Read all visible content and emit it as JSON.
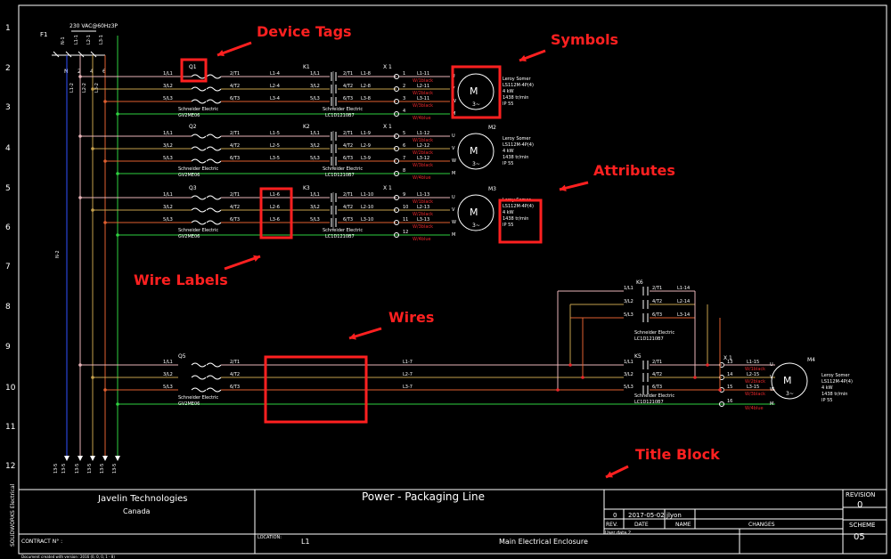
{
  "rows": [
    "1",
    "2",
    "3",
    "4",
    "5",
    "6",
    "7",
    "8",
    "9",
    "10",
    "11",
    "12"
  ],
  "header": {
    "fuse_tag": "F1",
    "supply": "230 VAC@60Hz3P",
    "bus_tags": [
      "N-1",
      "L1-1",
      "L2-1",
      "L3-1"
    ],
    "bus_numbers": [
      "N",
      "2",
      "4",
      "6"
    ],
    "vert_labels": [
      "L1-2",
      "L2-2",
      "L3-2"
    ],
    "neutral_label": "N-2",
    "terminals": [
      "13-5",
      "13-5",
      "13-5",
      "13-5",
      "13-5",
      "13-5"
    ]
  },
  "breaker_terms": {
    "in": [
      "1/L1",
      "3/L2",
      "5/L3"
    ],
    "out": [
      "2/T1",
      "4/T2",
      "6/T3"
    ]
  },
  "contactor_terms": {
    "in": [
      "1/L1",
      "3/L2",
      "5/L3"
    ],
    "out": [
      "2/T1",
      "4/T2",
      "6/T3"
    ]
  },
  "circuits": [
    {
      "q": "Q1",
      "k": "K1",
      "w1": [
        "L1-4",
        "L2-4",
        "L3-4"
      ],
      "w2": [
        "L1-8",
        "L2-8",
        "L3-8"
      ],
      "term": [
        "1",
        "2",
        "3",
        "4"
      ],
      "mw": [
        "L1-11",
        "L2-11",
        "L3-11"
      ],
      "motor": "M",
      "m_tag": "",
      "ratings": [
        "Leroy Somer",
        "LS112M-4P(4)",
        "4 kW",
        "1438 tr/min",
        "IP 55"
      ]
    },
    {
      "q": "Q2",
      "k": "K2",
      "w1": [
        "L1-5",
        "L2-5",
        "L3-5"
      ],
      "w2": [
        "L1-9",
        "L2-9",
        "L3-9"
      ],
      "term": [
        "5",
        "6",
        "7",
        "8"
      ],
      "mw": [
        "L1-12",
        "L2-12",
        "L3-12"
      ],
      "motor": "M",
      "m_tag": "M2",
      "ratings": [
        "Leroy Somer",
        "LS112M-4P(4)",
        "4 kW",
        "1438 tr/min",
        "IP 55"
      ]
    },
    {
      "q": "Q3",
      "k": "K3",
      "w1": [
        "L1-6",
        "L2-6",
        "L3-6"
      ],
      "w2": [
        "L1-10",
        "L2-10",
        "L3-10"
      ],
      "term": [
        "9",
        "10",
        "11",
        "12"
      ],
      "mw": [
        "L1-13",
        "L2-13",
        "L3-13"
      ],
      "motor": "M",
      "m_tag": "M3",
      "ratings": [
        "Leroy Somer",
        "LS112M-4P(4)",
        "4 kW",
        "1438 tr/min",
        "IP 55"
      ]
    }
  ],
  "breaker_brand": "Schneider Electric",
  "breaker_model": "GV2ME06",
  "contactor_brand": "Schneider Electric",
  "contactor_model": "LC1D1210B7",
  "terminal_block": "X 1",
  "motor_sub": "3~",
  "wire_colors": [
    "W/1black",
    "W/2black",
    "W/3black",
    "W/4blue"
  ],
  "phase_letters": [
    "U",
    "V",
    "W",
    "M"
  ],
  "circuit4": {
    "q": "Q5",
    "w": [
      "L1-7",
      "L2-7",
      "L3-7"
    ],
    "k6": "K6",
    "k6w": [
      "L1-14",
      "L2-14",
      "L3-14"
    ],
    "k5": "K5",
    "term": [
      "13",
      "14",
      "15",
      "16"
    ],
    "mw": [
      "L1-15",
      "L2-15",
      "L3-15"
    ],
    "m_tag": "M4",
    "terminal_block": "X 1",
    "ratings": [
      "Leroy Somer",
      "LS112M-4P(4)",
      "4 kW",
      "1438 tr/min",
      "IP 55"
    ]
  },
  "annotations": {
    "device_tags": "Device Tags",
    "symbols": "Symbols",
    "attributes": "Attributes",
    "wire_labels": "Wire Labels",
    "wires": "Wires",
    "title_block": "Title Block"
  },
  "title_block": {
    "company": "Javelin Technologies",
    "country": "Canada",
    "title": "Power - Packaging Line",
    "rev_row": {
      "rev": "0",
      "date": "2017-05-02",
      "by": "jlyon"
    },
    "col_rev": "REV.",
    "col_date": "DATE",
    "col_name": "NAME",
    "col_changes": "CHANGES",
    "user_data": "User data 2",
    "revision_label": "REVISION",
    "revision_value": "0",
    "scheme_label": "SCHEME",
    "scheme_value": "05",
    "contract": "CONTRACT N° :",
    "location_label": "LOCATION:",
    "location_value": "L1",
    "enclosure": "Main Electrical Enclosure",
    "side_text": "SOLIDWORKS Electrical",
    "footer_note": "Document created with version :",
    "footer_version": "2016 (0, 0, 0, 1 - 8)"
  },
  "colors": {
    "L1": "#e8b4b8",
    "L2": "#c4a04c",
    "L3": "#e06030",
    "PE": "#2ed040",
    "N": "#3050ff",
    "annotation": "#ff2020"
  }
}
